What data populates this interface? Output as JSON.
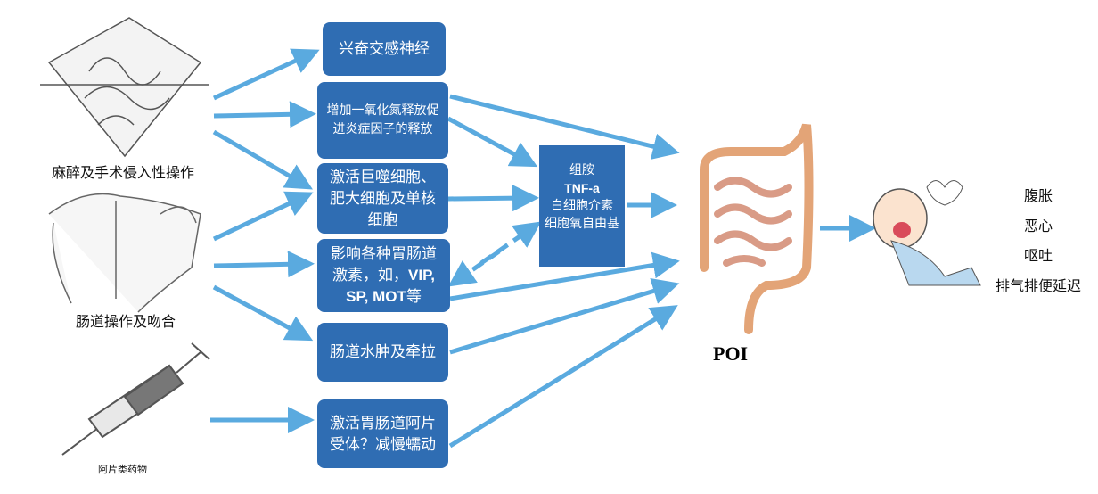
{
  "causes": [
    {
      "label": "麻醉及手术侵入性操作"
    },
    {
      "label": "肠道操作及吻合"
    },
    {
      "label": "阿片类药物"
    }
  ],
  "mechanisms": [
    {
      "text": "兴奋交感神经"
    },
    {
      "text": "增加一氧化氮释放促进炎症因子的释放"
    },
    {
      "text": "激活巨噬细胞、肥大细胞及单核细胞"
    },
    {
      "text_a": "影响各种胃肠道激素，如，",
      "text_b": "VIP, SP, MOT",
      "text_c": "等"
    },
    {
      "text": "肠道水肿及牵拉"
    },
    {
      "text": "激活胃肠道阿片受体？减慢蠕动"
    }
  ],
  "mediators": {
    "line1": "组胺",
    "line2": "TNF-a",
    "line3": "白细胞介素",
    "line4": "细胞氧自由基"
  },
  "outcome": {
    "label": "POI"
  },
  "symptoms": [
    "腹胀",
    "恶心",
    "呕吐",
    "排气排便延迟"
  ],
  "colors": {
    "box": "#2f6db3",
    "arrow": "#5aaadf"
  }
}
